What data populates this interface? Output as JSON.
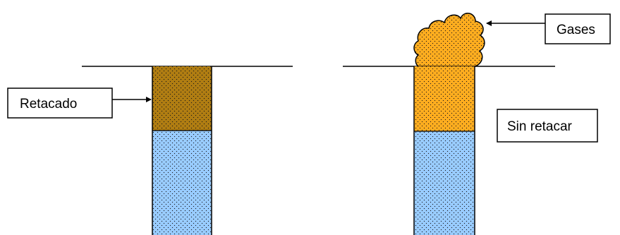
{
  "labels": {
    "left_hole": "Retacado",
    "right_hole_gases": "Gases",
    "right_hole_status": "Sin retacar"
  },
  "colors": {
    "stemming": "#b07d12",
    "gas": "#ffad1f",
    "explosive": "#99ccff",
    "outline": "#000000",
    "background": "#ffffff"
  }
}
